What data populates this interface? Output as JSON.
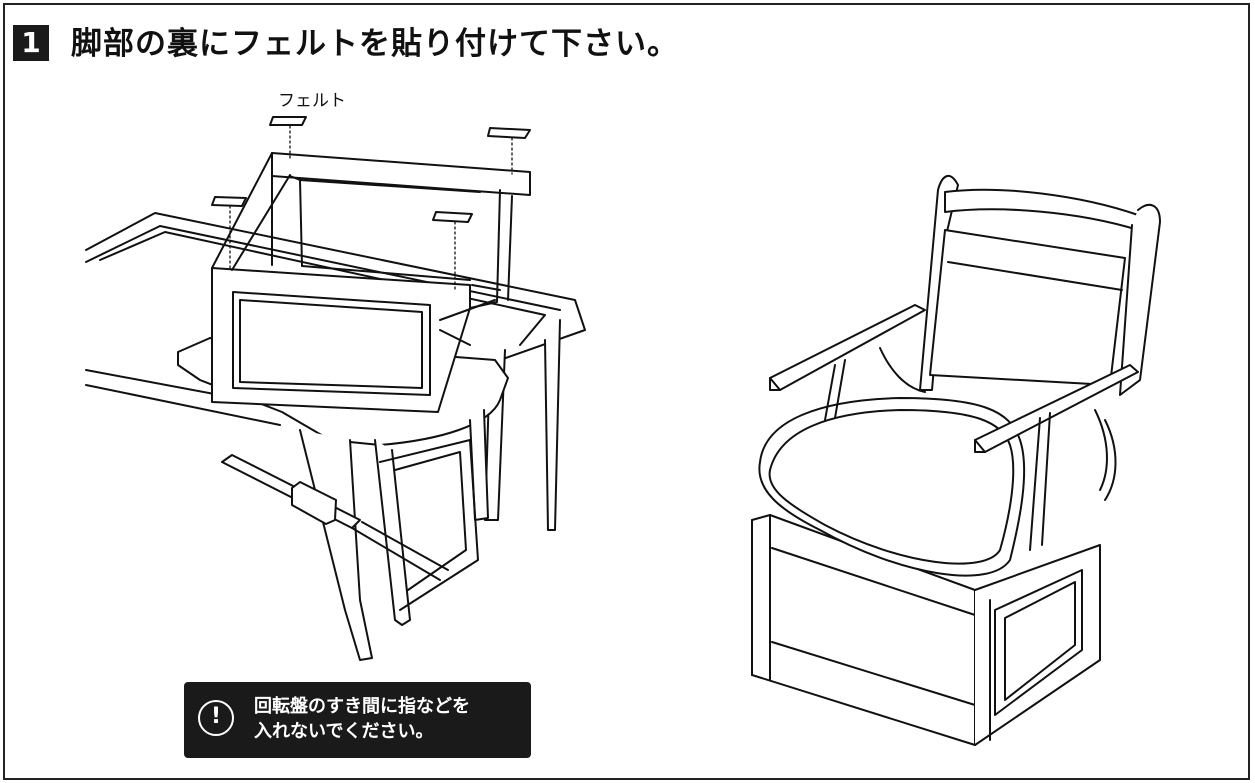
{
  "step": {
    "number": "1",
    "title": "脚部の裏にフェルトを貼り付けて下さい。"
  },
  "diagram": {
    "felt_label": "フェルト",
    "warning": {
      "icon": "exclamation-circle-icon",
      "line1": "回転盤のすき間に指などを",
      "line2": "入れないでください。"
    }
  },
  "colors": {
    "ink": "#1a1a1a",
    "background": "#ffffff"
  }
}
